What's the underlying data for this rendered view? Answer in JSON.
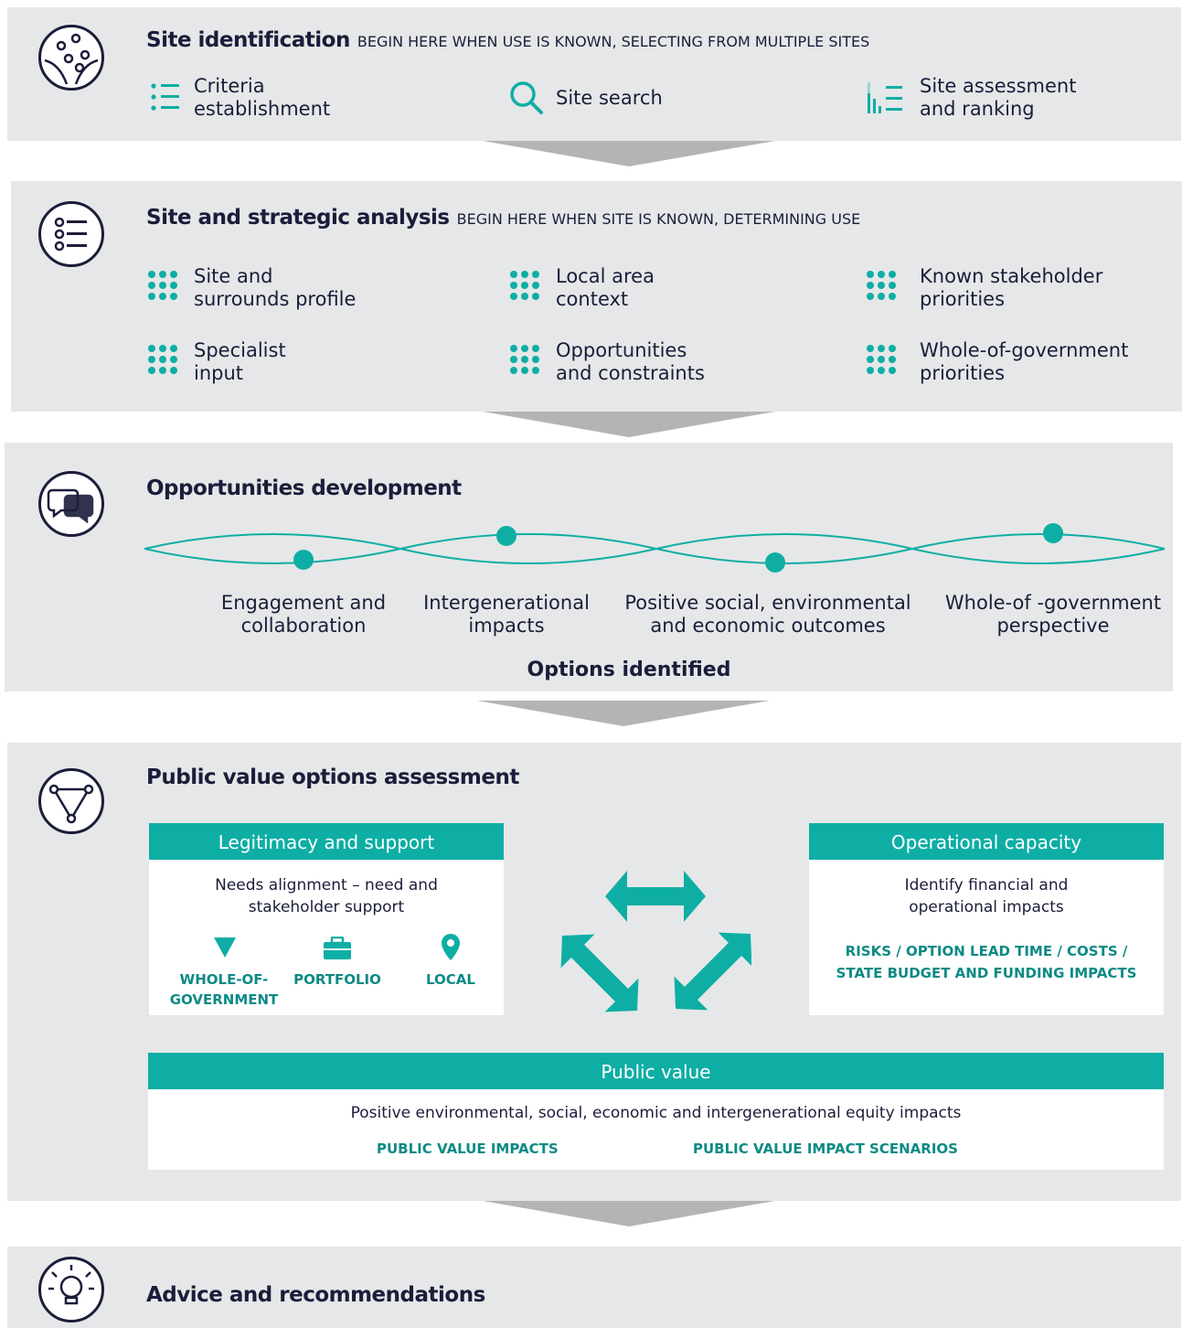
{
  "colors": {
    "panel": "#e6e7e8",
    "teal": "#0eaea5",
    "navy": "#1b1d3a",
    "arrow": "#b3b4b6"
  },
  "site_identification": {
    "title": "Site identification",
    "subtitle": "BEGIN HERE WHEN USE IS KNOWN, SELECTING FROM MULTIPLE SITES",
    "items": [
      {
        "icon": "list-icon",
        "label": "Criteria\nestablishment"
      },
      {
        "icon": "search-icon",
        "label": "Site search"
      },
      {
        "icon": "ranking-list-icon",
        "label": "Site assessment\nand ranking"
      }
    ]
  },
  "site_strategic": {
    "title": "Site and strategic analysis",
    "subtitle": "BEGIN HERE WHEN SITE IS KNOWN, DETERMINING USE",
    "items": [
      {
        "icon": "dot-grid-icon",
        "label": "Site and\nsurrounds profile"
      },
      {
        "icon": "dot-grid-icon",
        "label": "Local area\ncontext"
      },
      {
        "icon": "dot-grid-icon",
        "label": "Known stakeholder\npriorities"
      },
      {
        "icon": "dot-grid-icon",
        "label": "Specialist\ninput"
      },
      {
        "icon": "dot-grid-icon",
        "label": "Opportunities\nand constraints"
      },
      {
        "icon": "dot-grid-icon",
        "label": "Whole-of-government\npriorities"
      }
    ]
  },
  "opportunities": {
    "title": "Opportunities development",
    "nodes": [
      "Engagement and\ncollaboration",
      "Intergenerational\nimpacts",
      "Positive social, environmental\nand economic outcomes",
      "Whole-of -government\nperspective"
    ],
    "footer": "Options identified"
  },
  "public_value_assessment": {
    "title": "Public value options assessment",
    "legitimacy": {
      "header": "Legitimacy and support",
      "body": "Needs alignment – need and\nstakeholder support",
      "levels": [
        {
          "icon": "triangle-down-icon",
          "label": "WHOLE-OF-\nGOVERNMENT"
        },
        {
          "icon": "briefcase-icon",
          "label": "PORTFOLIO"
        },
        {
          "icon": "location-pin-icon",
          "label": "LOCAL"
        }
      ]
    },
    "operational": {
      "header": "Operational capacity",
      "body": "Identify financial and\noperational impacts",
      "caps": "RISKS / OPTION LEAD TIME / COSTS /\nSTATE BUDGET AND FUNDING IMPACTS"
    },
    "public_value": {
      "header": "Public value",
      "body": "Positive environmental, social, economic and intergenerational equity impacts",
      "tags": [
        "PUBLIC VALUE IMPACTS",
        "PUBLIC VALUE IMPACT SCENARIOS"
      ]
    }
  },
  "advice": {
    "title": "Advice and recommendations"
  }
}
